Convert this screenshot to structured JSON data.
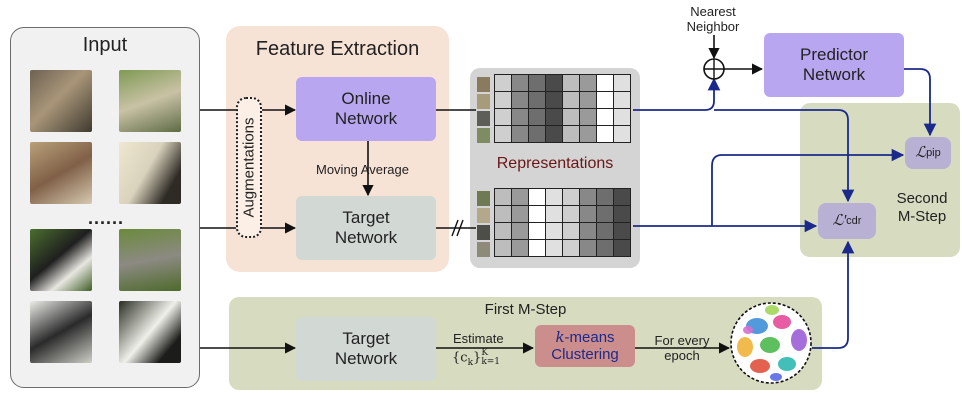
{
  "input": {
    "title": "Input",
    "ellipsis": "......"
  },
  "feature_extraction": {
    "title": "Feature Extraction",
    "augmentations": "Augmentations",
    "online_network": "Online Network",
    "target_network": "Target Network",
    "moving_average": "Moving Average"
  },
  "representations": {
    "label": "Representations"
  },
  "top": {
    "nearest_neighbor": "Nearest Neighbor",
    "predictor_network": "Predictor Network"
  },
  "losses": {
    "pip": "ℒ",
    "pip_sub": "pip",
    "cdr": "ℒ′",
    "cdr_sub": "cdr"
  },
  "second_mstep": {
    "title": "Second M-Step"
  },
  "first_mstep": {
    "title": "First M-Step",
    "target_network": "Target Network",
    "estimate": "Estimate",
    "estimate_formula": "{c",
    "estimate_sub": "k",
    "estimate_sup": "K",
    "estimate_end": "}",
    "estimate_lower": "k=1",
    "kmeans_k": "k",
    "kmeans_line1": "-means",
    "kmeans_line2": "Clustering",
    "for_every": "For every",
    "epoch": "epoch"
  },
  "colors": {
    "arrow_blue": "#1b2a8a",
    "online": "#b8a6f0",
    "target": "#d2d8d3",
    "mstep": "#d7dcc1",
    "feature_bg": "#f7e3d6",
    "kmeans": "#cc8d8d",
    "representations_text": "#6b1515"
  }
}
